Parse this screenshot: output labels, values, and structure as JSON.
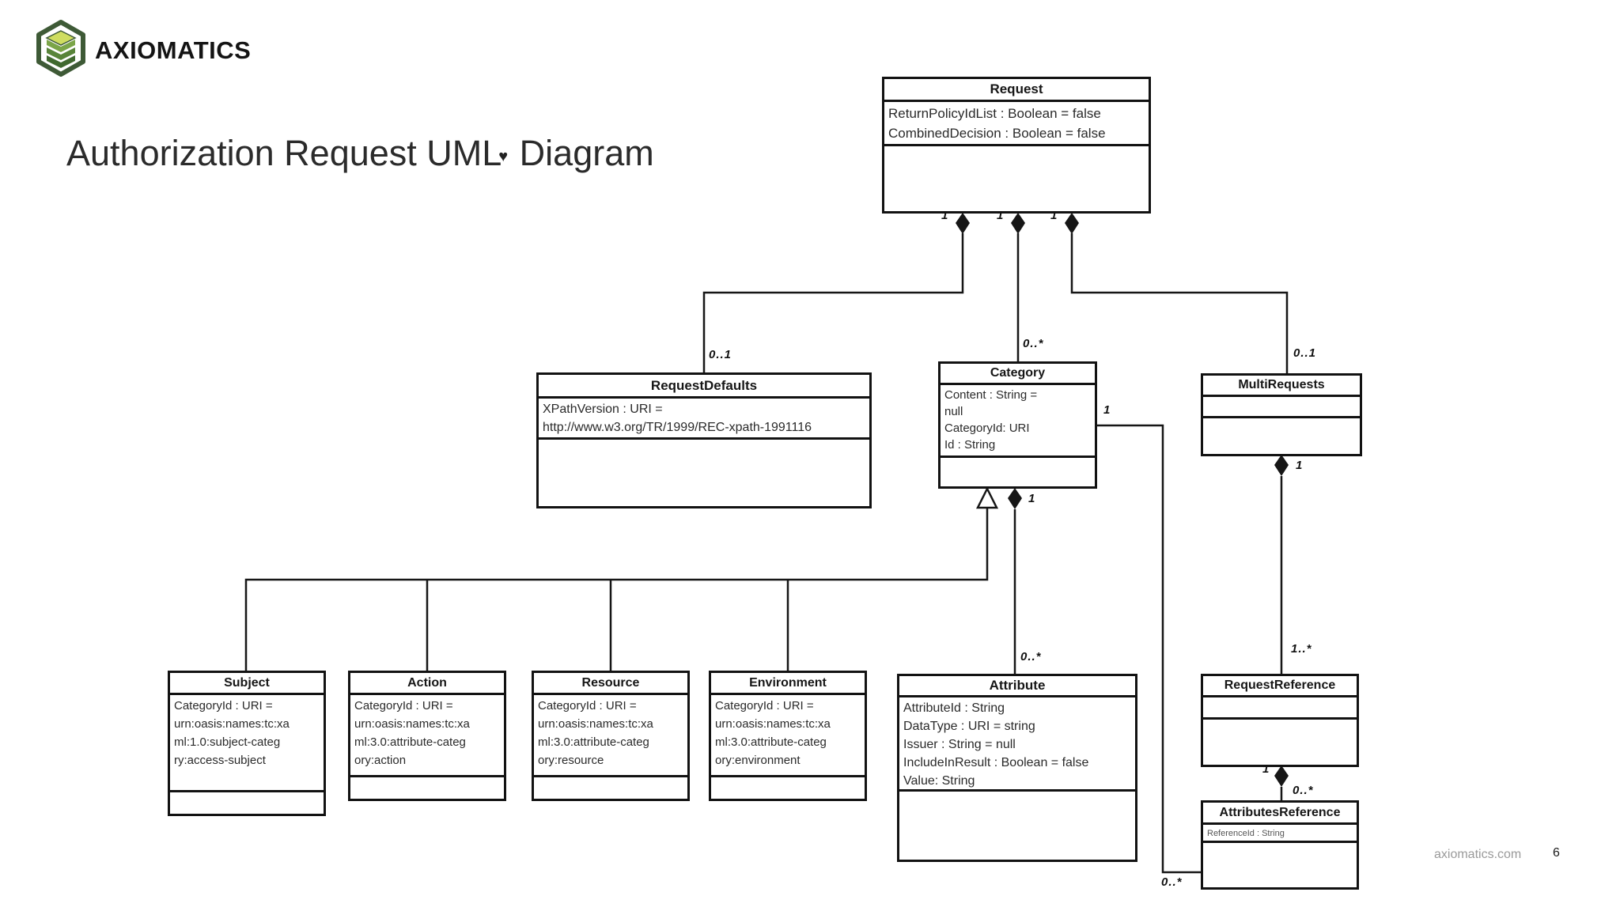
{
  "slide": {
    "logo": {
      "text": "AXIOMATICS"
    },
    "title": {
      "part1": "Authorization Request UML",
      "cursor_glyph": "♥",
      "part2": " Diagram"
    },
    "footer": {
      "site": "axiomatics.com",
      "page": "6"
    }
  },
  "diagram": {
    "classes": {
      "request": {
        "name": "Request",
        "attrs": "ReturnPolicyIdList : Boolean = false\nCombinedDecision : Boolean = false"
      },
      "requestDefaults": {
        "name": "RequestDefaults",
        "attrs": "XPathVersion : URI =\nhttp://www.w3.org/TR/1999/REC-xpath-1991116"
      },
      "category": {
        "name": "Category",
        "attrs": "Content : String =\nnull\nCategoryId: URI\nId : String"
      },
      "multiRequests": {
        "name": "MultiRequests",
        "attrs": ""
      },
      "subject": {
        "name": "Subject",
        "attrs": "CategoryId : URI =\nurn:oasis:names:tc:xa\nml:1.0:subject-categ\nry:access-subject"
      },
      "action": {
        "name": "Action",
        "attrs": "CategoryId : URI =\nurn:oasis:names:tc:xa\nml:3.0:attribute-categ\nory:action"
      },
      "resource": {
        "name": "Resource",
        "attrs": "CategoryId : URI =\nurn:oasis:names:tc:xa\nml:3.0:attribute-categ\nory:resource"
      },
      "environment": {
        "name": "Environment",
        "attrs": "CategoryId : URI =\nurn:oasis:names:tc:xa\nml:3.0:attribute-categ\nory:environment"
      },
      "attribute": {
        "name": "Attribute",
        "attrs": "AttributeId : String\nDataType : URI = string\nIssuer : String = null\nIncludeInResult : Boolean = false\nValue: String"
      },
      "requestReference": {
        "name": "RequestReference",
        "attrs": ""
      },
      "attributesReference": {
        "name": "AttributesReference",
        "attrs": "ReferenceId : String"
      }
    },
    "multiplicities": {
      "request_requestDefaults_near": "1",
      "request_category_near": "1",
      "request_multiRequests_near": "1",
      "requestDefaults_far": "0..1",
      "category_far": "0..*",
      "multiRequests_far": "0..1",
      "category_attribute_near": "1",
      "attribute_far": "0..*",
      "category_attributesReference_near": "1",
      "attributesReference_far_left": "0..*",
      "multiRequests_requestReference_near": "1",
      "requestReference_far": "1..*",
      "requestReference_attributesReference_near": "1",
      "attributesReference_far_top": "0..*"
    },
    "colors": {
      "line": "#161616",
      "box_border": "#121212",
      "logo_green_dark": "#3e5a36",
      "logo_green_light": "#cfdd60"
    }
  }
}
